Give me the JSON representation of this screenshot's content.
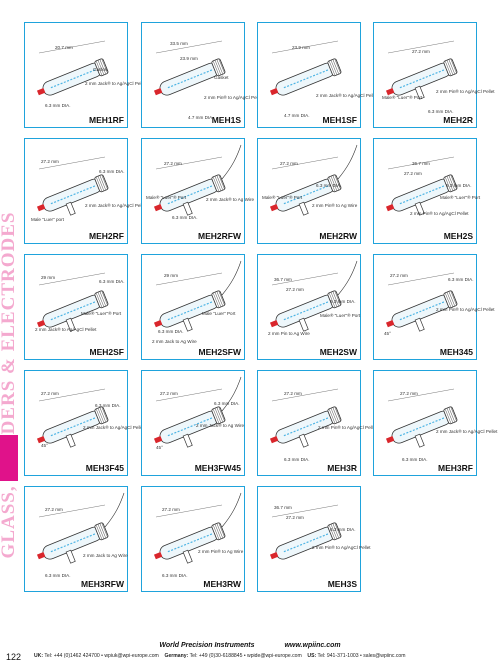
{
  "sidebar": {
    "title": "GLASS, HOLDERS & ELECTRODES",
    "accent": "#e0128a",
    "text_color": "#f4a9cf"
  },
  "card_border_color": "#1fa3dc",
  "products": [
    {
      "code": "MEH1RF",
      "labels": [
        "20.7 mm",
        "Gasket",
        "2 mm Jack® to Ag/AgCl Pellet",
        "6.3 mm DIA."
      ]
    },
    {
      "code": "MEH1S",
      "labels": [
        "33.5 mm",
        "23.9 mm",
        "Gasket",
        "2 mm Pin® to Ag/AgCl Pellet",
        "4.7 mm DIA."
      ]
    },
    {
      "code": "MEH1SF",
      "labels": [
        "23.9 mm",
        "2 mm Jack® to Ag/AgCl Pellet",
        "4.7 mm DIA."
      ]
    },
    {
      "code": "MEH2R",
      "labels": [
        "27.2 mm",
        "Male® \"Luer\"® Port",
        "2 mm Pin® to Ag/AgCl Pellet",
        "6.3 mm DIA."
      ]
    },
    {
      "code": "MEH2RF",
      "labels": [
        "27.2 mm",
        "6.3 mm DIA.",
        "2 mm Jack® to Ag/AgCl Pellet",
        "Male \"Luer\" port"
      ]
    },
    {
      "code": "MEH2RFW",
      "labels": [
        "27.2 mm",
        "Male® \"Luer\"® Port",
        "2 mm Jack® to Ag Wire",
        "6.3 mm DIA."
      ]
    },
    {
      "code": "MEH2RW",
      "labels": [
        "27.2 mm",
        "6.3 mm DIA.",
        "Male® \"Luer\"® Port",
        "2 mm Pin® to Ag Wire"
      ]
    },
    {
      "code": "MEH2S",
      "labels": [
        "36.7 mm",
        "27.2 mm",
        "6.3 mm DIA.",
        "Male® \"Luer\"® Port",
        "2 mm Pin® to Ag/AgCl Pellet"
      ]
    },
    {
      "code": "MEH2SF",
      "labels": [
        "29 mm",
        "6.3 mm DIA.",
        "Male® \"Luer\"® Port",
        "2 mm Jack® to Ag/AgCl Pellet"
      ]
    },
    {
      "code": "MEH2SFW",
      "labels": [
        "29 mm",
        "Male \"Luer\" Port",
        "6.3 mm DIA.",
        "2 mm Jack to Ag Wire"
      ]
    },
    {
      "code": "MEH2SW",
      "labels": [
        "36.7 mm",
        "27.2 mm",
        "6.3 mm DIA.",
        "Male® \"Luer\"® Port",
        "2 mm Pin to Ag Wire"
      ]
    },
    {
      "code": "MEH345",
      "labels": [
        "27.2 mm",
        "6.3 mm DIA.",
        "2 mm Pin® to Ag/AgCl Pellet",
        "45°"
      ]
    },
    {
      "code": "MEH3F45",
      "labels": [
        "27.2 mm",
        "6.3 mm DIA.",
        "2 mm Jack® to Ag/AgCl Pellet",
        "45°"
      ]
    },
    {
      "code": "MEH3FW45",
      "labels": [
        "27.2 mm",
        "6.3 mm DIA.",
        "2 mm Jack® to Ag Wire",
        "45°"
      ]
    },
    {
      "code": "MEH3R",
      "labels": [
        "27.2 mm",
        "2 mm Pin® to Ag/AgCl Pellet",
        "6.3 mm DIA."
      ]
    },
    {
      "code": "MEH3RF",
      "labels": [
        "27.2 mm",
        "2 mm Jack® to Ag/AgCl Pellet",
        "6.3 mm DIA."
      ]
    },
    {
      "code": "MEH3RFW",
      "labels": [
        "27.2 mm",
        "2 mm Jack to Ag Wire",
        "6.3 mm DIA."
      ]
    },
    {
      "code": "MEH3RW",
      "labels": [
        "27.2 mm",
        "2 mm Pin® to Ag Wire",
        "6.3 mm DIA."
      ]
    },
    {
      "code": "MEH3S",
      "labels": [
        "36.7 mm",
        "27.2 mm",
        "6.3 mm DIA.",
        "2 mm Pin® to Ag/AgCl Pellet"
      ]
    }
  ],
  "footer": {
    "company": "World Precision Instruments",
    "website": "www.wpiinc.com",
    "page_number": "122",
    "uk_label": "UK:",
    "uk_text": "Tel: +44 (0)1462 424700 • wpiuk@wpi-europe.com",
    "de_label": "Germany:",
    "de_text": "Tel: +49 (0)30-6188845 • wpide@wpi-europe.com",
    "us_label": "US:",
    "us_text": "Tel: 941-371-1003 • sales@wpiinc.com"
  }
}
